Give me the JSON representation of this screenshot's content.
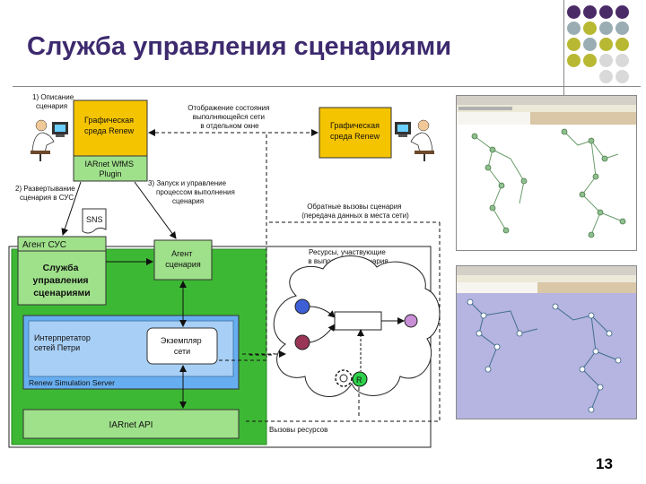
{
  "slide": {
    "title": "Служба управления сценариями",
    "page_number": "13"
  },
  "colors": {
    "purple": "#4b2a68",
    "gray_blue": "#9aadb2",
    "olive": "#b8b832",
    "light_gray": "#d9d9d9",
    "green_main": "#3db834",
    "green_light": "#9fe08a",
    "yellow": "#f5c400",
    "blue_panel": "#67aef0"
  },
  "diagram": {
    "renew_left": [
      "Графическая",
      "среда Renew"
    ],
    "renew_right": [
      "Графическая",
      "среда Renew"
    ],
    "plugin": [
      "IARnet WfMS",
      "Plugin"
    ],
    "step1": [
      "1) Описание",
      "сценария"
    ],
    "step2": [
      "2) Развертывание",
      "сценария в СУС"
    ],
    "step3": [
      "3) Запуск и управление",
      "процессом выполнения",
      "сценария"
    ],
    "state_display": [
      "Отображение состояния",
      "выполняющейся сети",
      "в отдельном окне"
    ],
    "callbacks": [
      "Обратные вызовы сценария",
      "(передача данных в места сети)"
    ],
    "sns": "SNS",
    "agent_sus": "Агент СУС",
    "service": [
      "Служба",
      "управления",
      "сценариями"
    ],
    "agent_scenario": [
      "Агент",
      "сценария"
    ],
    "interpreter": [
      "Интерпретатор",
      "сетей Петри"
    ],
    "instance": [
      "Экземпляр",
      "сети"
    ],
    "server": "Renew Simulation Server",
    "api": "IARnet API",
    "resources": [
      "Ресурсы, участвующие",
      "в выполнении сценария"
    ],
    "resource_calls": "Вызовы ресурсов",
    "r_label": "R"
  }
}
